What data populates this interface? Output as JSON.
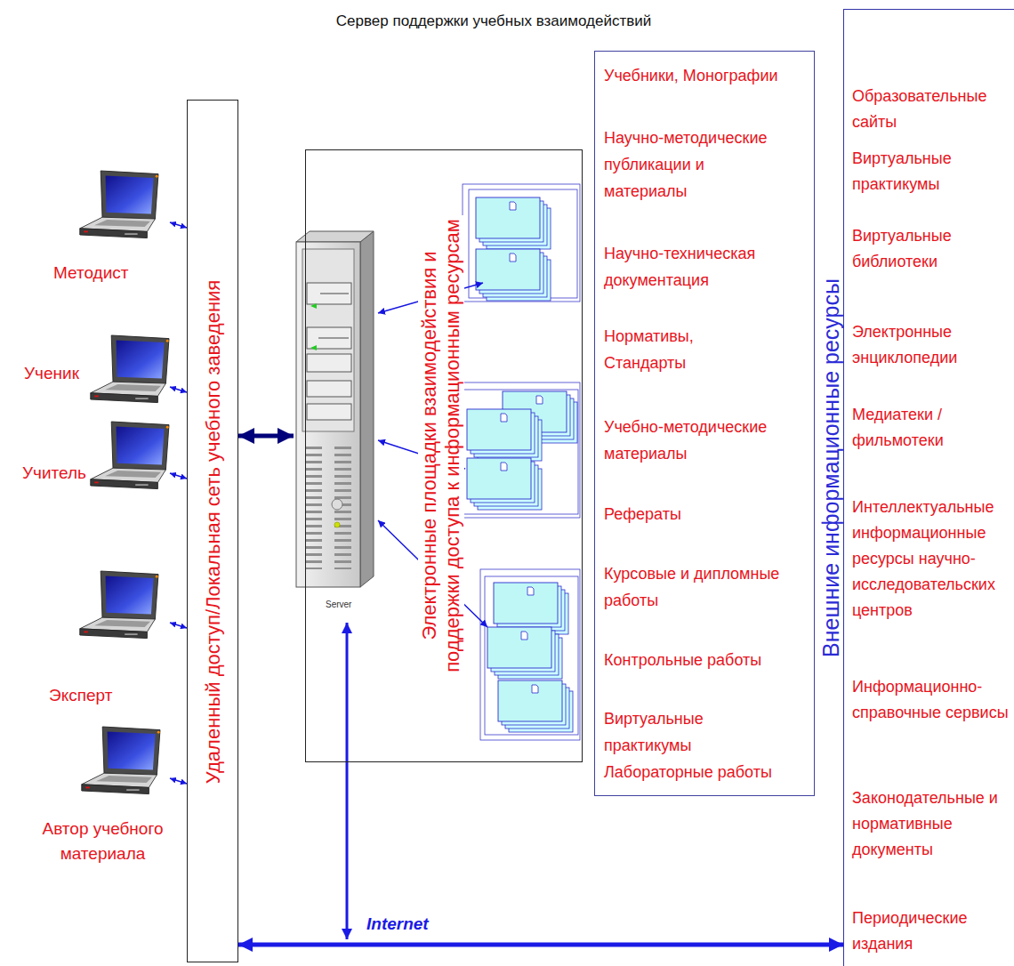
{
  "diagram": {
    "title": "Сервер поддержки учебных взаимодействий",
    "nodes": [
      {
        "text": [
          "Методист"
        ]
      },
      {
        "text": [
          "Ученик"
        ]
      },
      {
        "text": [
          "Учитель"
        ]
      },
      {
        "text": [
          "Эксперт"
        ]
      },
      {
        "text": [
          "Автор учебного материала"
        ]
      },
      {
        "text": [
          "Удаленный доступ/Локальная сеть учебного заведения"
        ]
      },
      {
        "text": [
          "Электронные площадки взаимодействия и поддержки доступа к информационным ресурсам"
        ]
      },
      {
        "text": [
          "Server"
        ],
        "in": 6
      },
      {
        "text": [
          "Учебники, Монографии",
          "Научно-методические публикации и материалы",
          "Научно-техническая документация",
          "Нормативы, Стандарты",
          "Учебно-методические материалы",
          "Рефераты",
          "Курсовые и дипломные работы",
          "Контрольные работы",
          "Виртуальные практикумы Лабораторные работы"
        ]
      },
      {
        "text": [
          "Внешние информационные ресурсы",
          "Образовательные сайты",
          "Виртуальные практикумы",
          "Виртуальные библиотеки",
          "Электронные энциклопедии",
          "Медиатеки / фильмотеки",
          "Интеллектуальные информационные ресурсы научно-исследовательских центров",
          "Информационно-справочные сервисы",
          "Законодательные и нормативные документы",
          "Периодические издания"
        ]
      }
    ],
    "edges": [
      {
        "from": 0,
        "to": 5,
        "arrow": "both"
      },
      {
        "from": 1,
        "to": 5,
        "arrow": "both"
      },
      {
        "from": 2,
        "to": 5,
        "arrow": "both"
      },
      {
        "from": 3,
        "to": 5,
        "arrow": "both"
      },
      {
        "from": 4,
        "to": 5,
        "arrow": "both"
      },
      {
        "from": 5,
        "to": 7,
        "arrow": "both"
      },
      {
        "from": 5,
        "to": 9,
        "arrow": "both",
        "label": "Internet"
      }
    ]
  }
}
